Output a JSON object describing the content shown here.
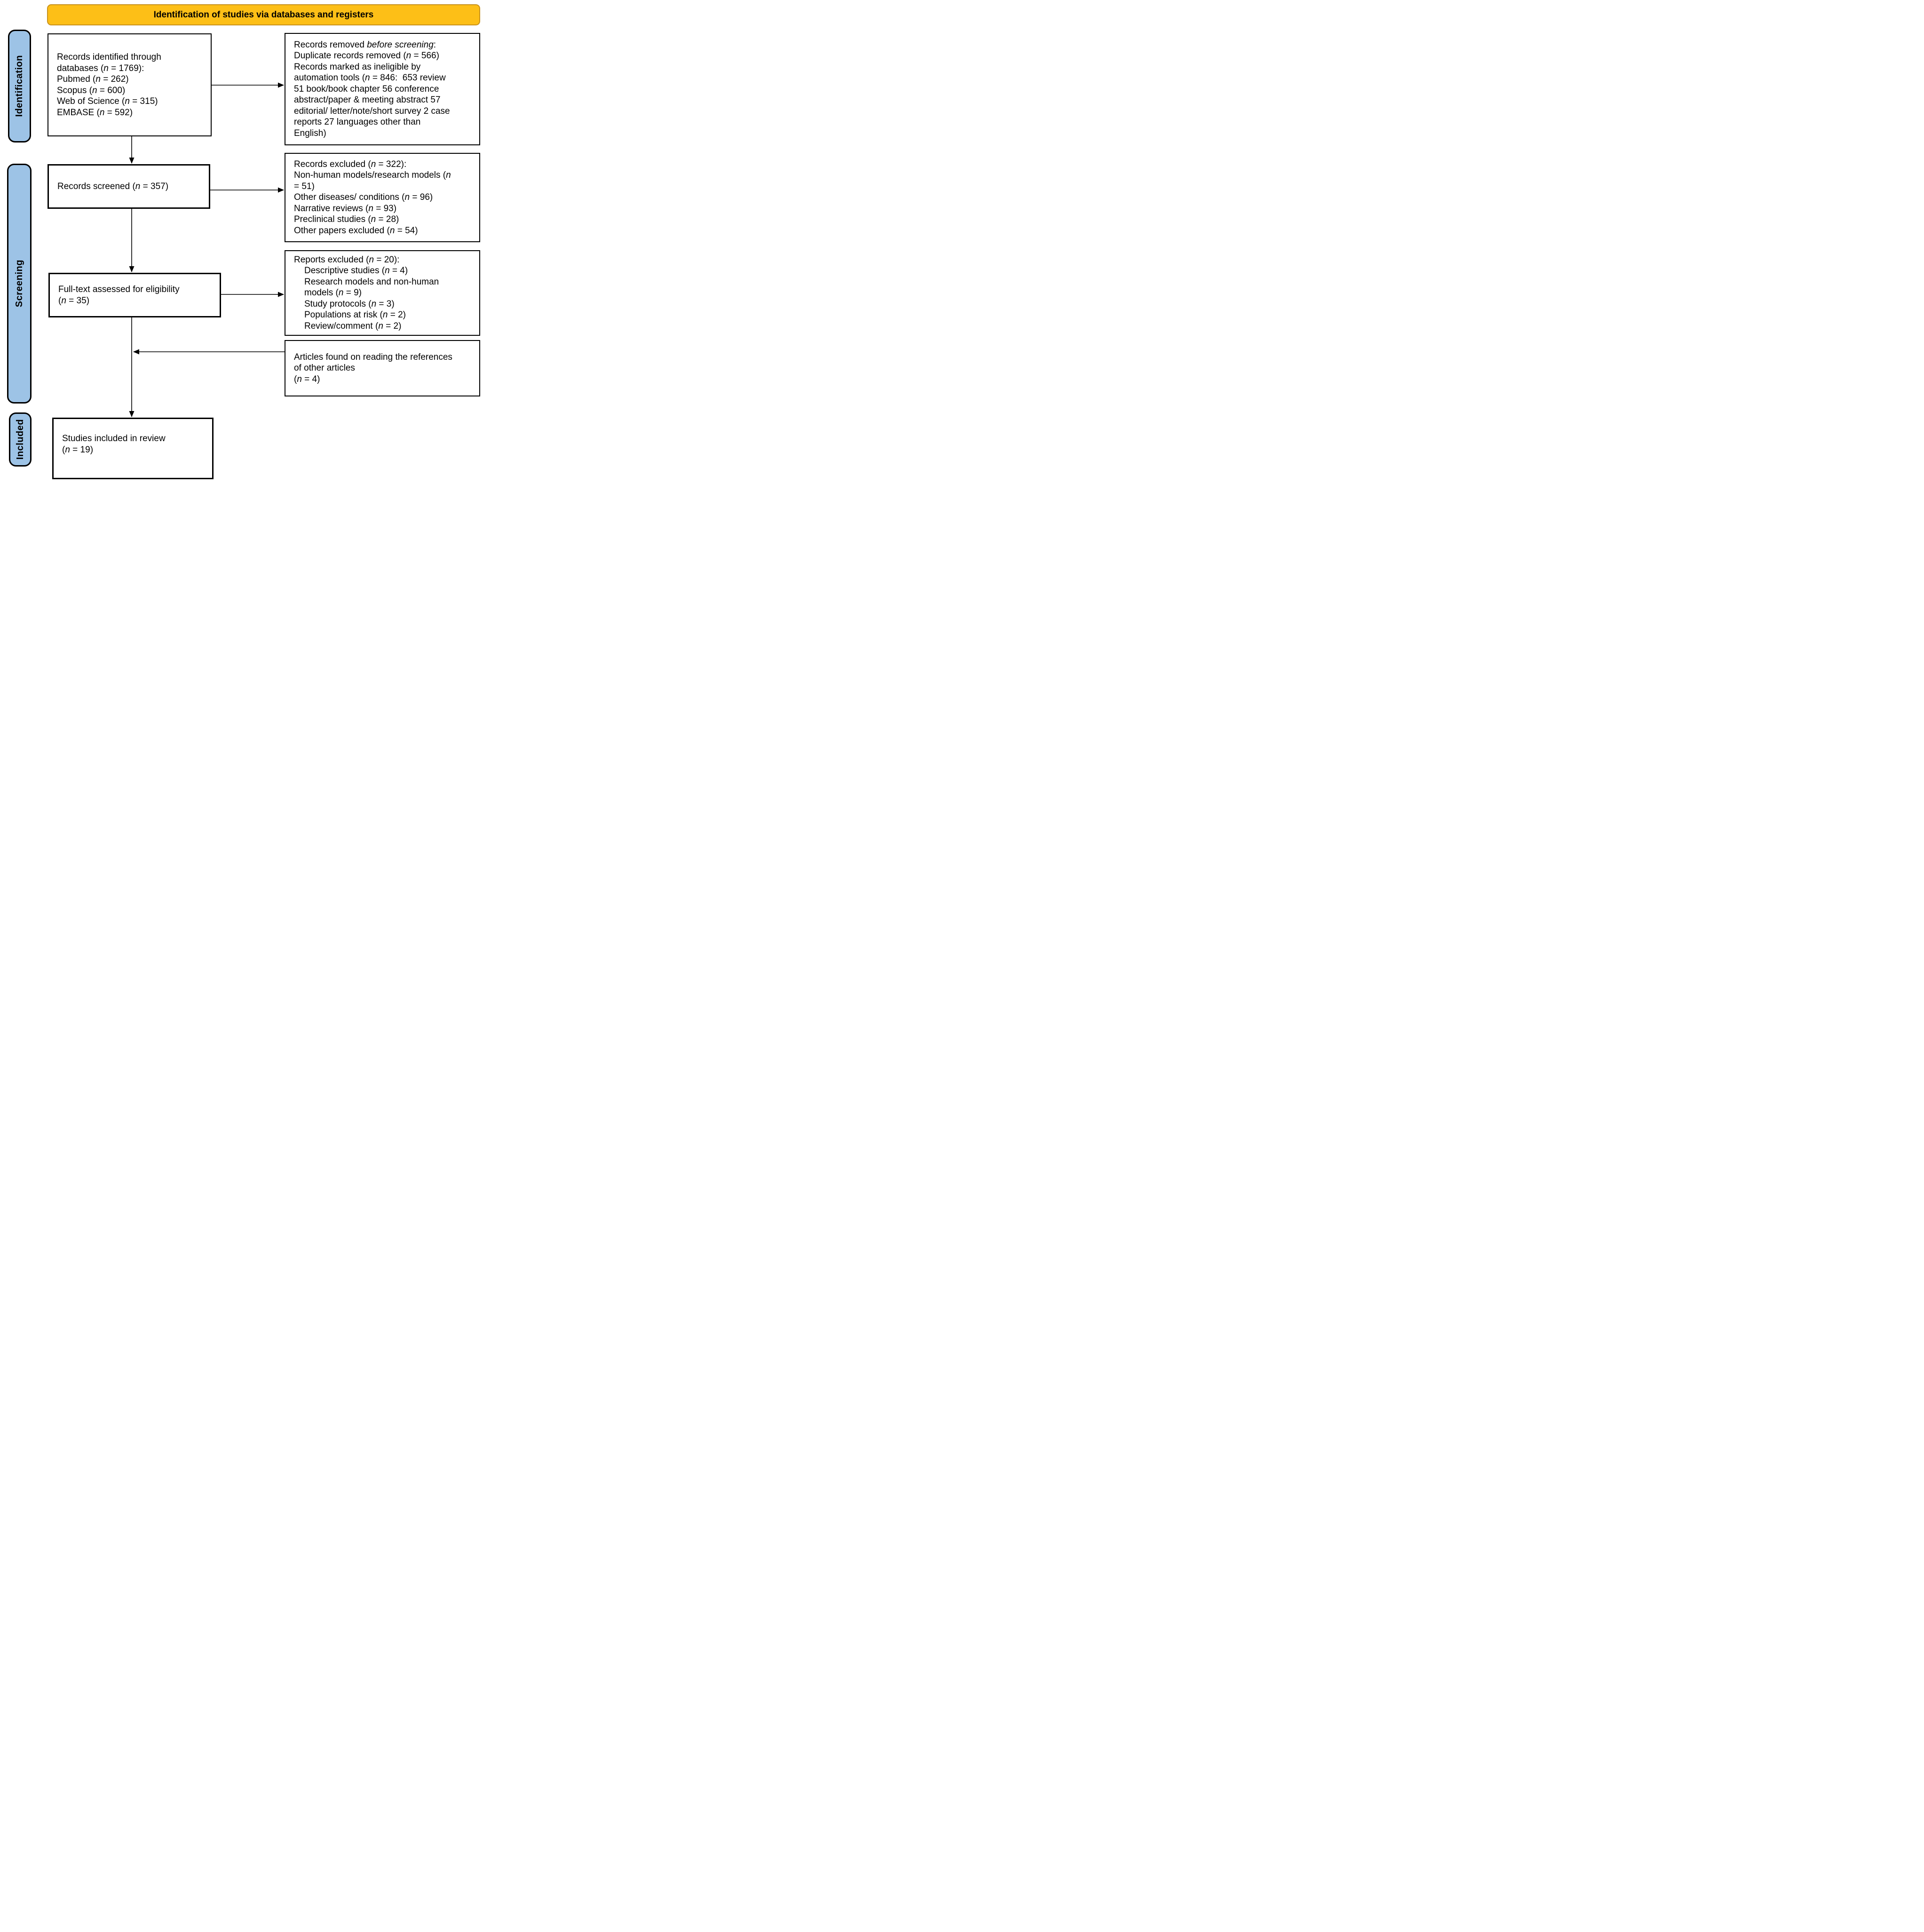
{
  "banner": {
    "title": "Identification of studies via databases and registers"
  },
  "stages": [
    {
      "label": "Identification"
    },
    {
      "label": "Screening"
    },
    {
      "label": "Included"
    }
  ],
  "boxes": {
    "identified": {
      "lines": [
        {
          "seg": [
            {
              "t": "Records identified through"
            }
          ]
        },
        {
          "seg": [
            {
              "t": "databases ("
            },
            {
              "t": "n",
              "i": true
            },
            {
              "t": " = 1769):"
            }
          ]
        },
        {
          "seg": [
            {
              "t": "Pubmed ("
            },
            {
              "t": "n",
              "i": true
            },
            {
              "t": " = 262)"
            }
          ]
        },
        {
          "seg": [
            {
              "t": "Scopus ("
            },
            {
              "t": "n",
              "i": true
            },
            {
              "t": " = 600)"
            }
          ]
        },
        {
          "seg": [
            {
              "t": "Web of Science ("
            },
            {
              "t": "n",
              "i": true
            },
            {
              "t": " = 315)"
            }
          ]
        },
        {
          "seg": [
            {
              "t": "EMBASE ("
            },
            {
              "t": "n",
              "i": true
            },
            {
              "t": " = 592)"
            }
          ]
        }
      ]
    },
    "removed": {
      "lines": [
        {
          "seg": [
            {
              "t": "Records removed "
            },
            {
              "t": "before screening",
              "i": true
            },
            {
              "t": ":"
            }
          ]
        },
        {
          "seg": [
            {
              "t": "Duplicate records removed ("
            },
            {
              "t": "n",
              "i": true
            },
            {
              "t": " = 566)"
            }
          ]
        },
        {
          "seg": [
            {
              "t": "Records marked as ineligible by"
            }
          ]
        },
        {
          "seg": [
            {
              "t": "automation tools ("
            },
            {
              "t": "n",
              "i": true
            },
            {
              "t": " = 846:  653 review"
            }
          ]
        },
        {
          "seg": [
            {
              "t": "51 book/book chapter 56 conference"
            }
          ]
        },
        {
          "seg": [
            {
              "t": "abstract/paper & meeting abstract 57"
            }
          ]
        },
        {
          "seg": [
            {
              "t": "editorial/ letter/note/short survey 2 case"
            }
          ]
        },
        {
          "seg": [
            {
              "t": "reports 27 languages other than"
            }
          ]
        },
        {
          "seg": [
            {
              "t": "English)"
            }
          ]
        }
      ]
    },
    "screened": {
      "lines": [
        {
          "seg": [
            {
              "t": "Records screened ("
            },
            {
              "t": "n",
              "i": true
            },
            {
              "t": " = 357)"
            }
          ]
        }
      ]
    },
    "records_excluded": {
      "lines": [
        {
          "seg": [
            {
              "t": "Records excluded ("
            },
            {
              "t": "n",
              "i": true
            },
            {
              "t": " = 322):"
            }
          ]
        },
        {
          "seg": [
            {
              "t": "Non-human models/research models ("
            },
            {
              "t": "n",
              "i": true
            }
          ]
        },
        {
          "seg": [
            {
              "t": "= 51)"
            }
          ]
        },
        {
          "seg": [
            {
              "t": "Other diseases/ conditions ("
            },
            {
              "t": "n",
              "i": true
            },
            {
              "t": " = 96)"
            }
          ]
        },
        {
          "seg": [
            {
              "t": "Narrative reviews ("
            },
            {
              "t": "n",
              "i": true
            },
            {
              "t": " = 93)"
            }
          ]
        },
        {
          "seg": [
            {
              "t": "Preclinical studies ("
            },
            {
              "t": "n",
              "i": true
            },
            {
              "t": " = 28)"
            }
          ]
        },
        {
          "seg": [
            {
              "t": "Other papers excluded ("
            },
            {
              "t": "n",
              "i": true
            },
            {
              "t": " = 54)"
            }
          ]
        }
      ]
    },
    "fulltext": {
      "lines": [
        {
          "seg": [
            {
              "t": "Full-text assessed for eligibility"
            }
          ]
        },
        {
          "seg": [
            {
              "t": "("
            },
            {
              "t": "n",
              "i": true
            },
            {
              "t": " = 35)"
            }
          ]
        }
      ]
    },
    "reports_excluded": {
      "lines": [
        {
          "seg": [
            {
              "t": "Reports excluded ("
            },
            {
              "t": "n",
              "i": true
            },
            {
              "t": " = 20):"
            }
          ]
        },
        {
          "ind": true,
          "seg": [
            {
              "t": "Descriptive studies ("
            },
            {
              "t": "n",
              "i": true
            },
            {
              "t": " = 4)"
            }
          ]
        },
        {
          "ind": true,
          "seg": [
            {
              "t": "Research models and non-human"
            }
          ]
        },
        {
          "ind": true,
          "seg": [
            {
              "t": "models ("
            },
            {
              "t": "n",
              "i": true
            },
            {
              "t": " = 9)"
            }
          ]
        },
        {
          "ind": true,
          "seg": [
            {
              "t": "Study protocols ("
            },
            {
              "t": "n",
              "i": true
            },
            {
              "t": " = 3)"
            }
          ]
        },
        {
          "ind": true,
          "seg": [
            {
              "t": "Populations at risk ("
            },
            {
              "t": "n",
              "i": true
            },
            {
              "t": " = 2)"
            }
          ]
        },
        {
          "ind": true,
          "seg": [
            {
              "t": "Review/comment ("
            },
            {
              "t": "n",
              "i": true
            },
            {
              "t": " = 2)"
            }
          ]
        }
      ]
    },
    "references": {
      "lines": [
        {
          "seg": [
            {
              "t": "Articles found on reading the references"
            }
          ]
        },
        {
          "seg": [
            {
              "t": "of other articles"
            }
          ]
        },
        {
          "seg": [
            {
              "t": "("
            },
            {
              "t": "n",
              "i": true
            },
            {
              "t": " = 4)"
            }
          ]
        }
      ]
    },
    "included": {
      "lines": [
        {
          "seg": [
            {
              "t": "Studies included in review"
            }
          ]
        },
        {
          "seg": [
            {
              "t": "("
            },
            {
              "t": "n",
              "i": true
            },
            {
              "t": " = 19)"
            }
          ]
        }
      ]
    }
  },
  "colors": {
    "banner_fill": "#FDBF17",
    "banner_border": "#C8921C",
    "stage_fill": "#9DC3E6",
    "stage_border": "#000000",
    "box_fill": "#FFFFFF",
    "box_border": "#000000",
    "arrow": "#000000",
    "text": "#000000"
  }
}
